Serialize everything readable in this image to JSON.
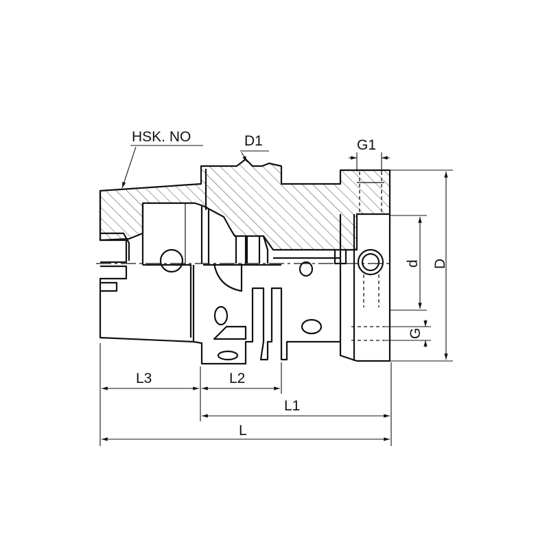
{
  "labels": {
    "hsk": "HSK. NO",
    "d1": "D1",
    "g1": "G1",
    "d_small": "d",
    "d_big": "D",
    "g": "G",
    "l3": "L3",
    "l2": "L2",
    "l1": "L1",
    "l": "L"
  }
}
